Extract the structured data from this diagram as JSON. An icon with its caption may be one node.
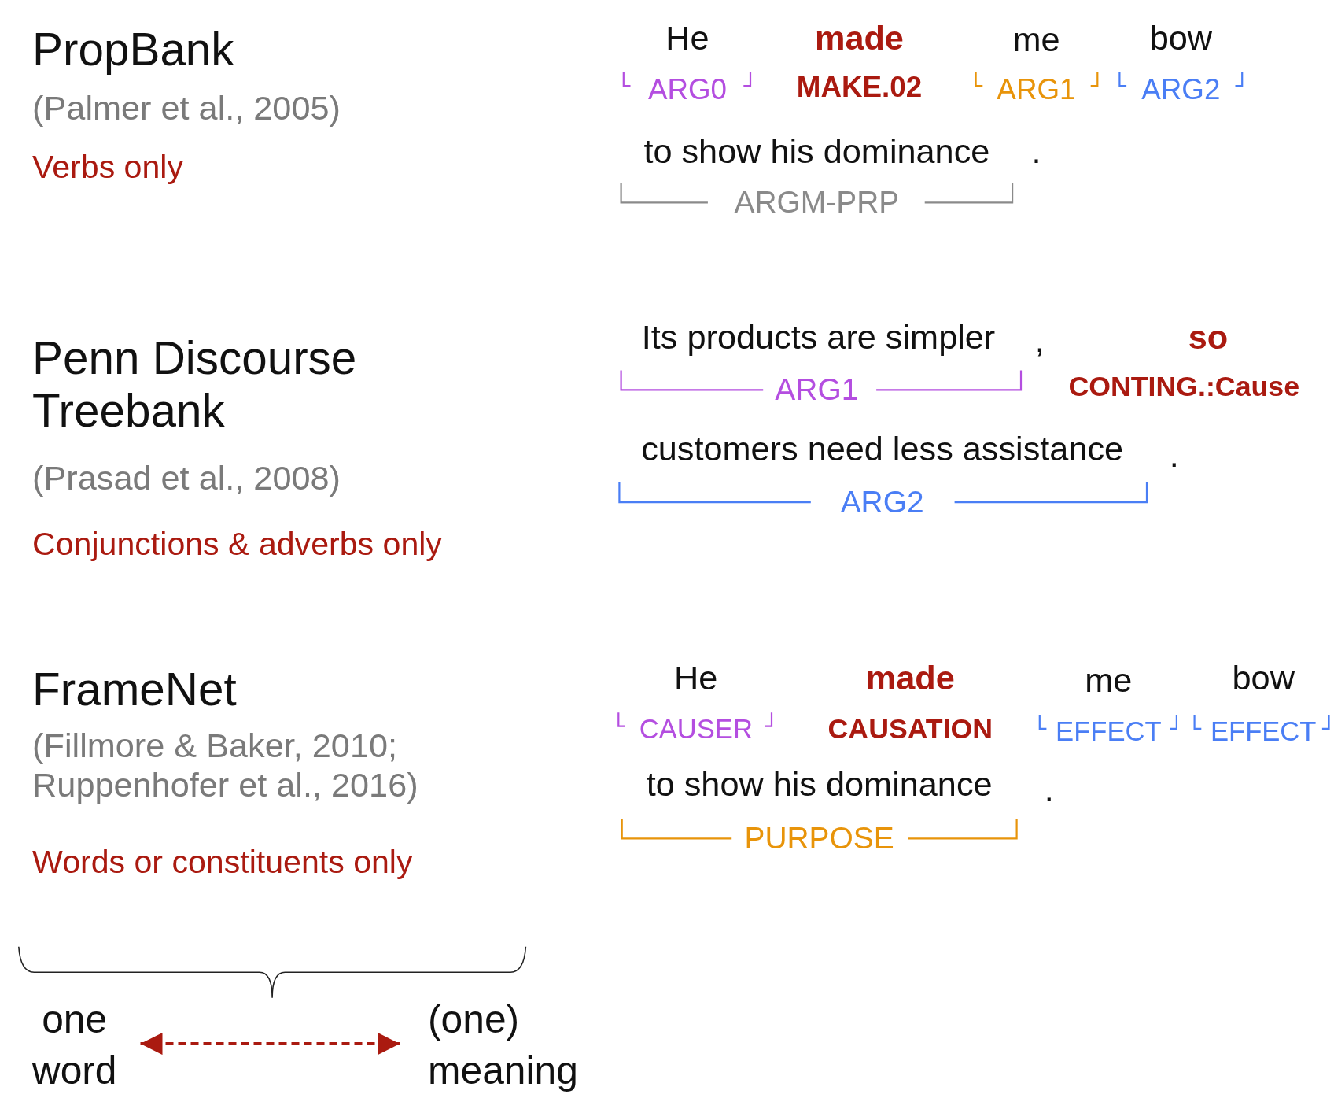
{
  "diagram": {
    "nodes": [
      {
        "text": [
          "one word"
        ]
      },
      {
        "text": [
          "(one) meaning"
        ]
      }
    ],
    "edges": [
      {
        "from": 0,
        "to": 1,
        "arrow": "both",
        "style": "dashed",
        "color": "#aa1a10"
      }
    ],
    "labels": [
      "PropBank",
      "(Palmer et al., 2005)",
      "Verbs only",
      "He",
      "made",
      "me",
      "bow",
      "ARG0",
      "MAKE.02",
      "ARG1",
      "ARG2",
      "to show his dominance",
      ".",
      "ARGM-PRP",
      "Penn Discourse Treebank",
      "(Prasad et al., 2008)",
      "Conjunctions & adverbs only",
      "Its products are simpler",
      ",",
      "so",
      "ARG1",
      "CONTING.:Cause",
      "customers need less assistance",
      ".",
      "ARG2",
      "FrameNet",
      "(Fillmore & Baker, 2010; Ruppenhofer et al., 2016)",
      "Words or constituents only",
      "He",
      "made",
      "me",
      "bow",
      "CAUSER",
      "CAUSATION",
      "EFFECT",
      "EFFECT",
      "to show his dominance",
      ".",
      "PURPOSE"
    ]
  }
}
